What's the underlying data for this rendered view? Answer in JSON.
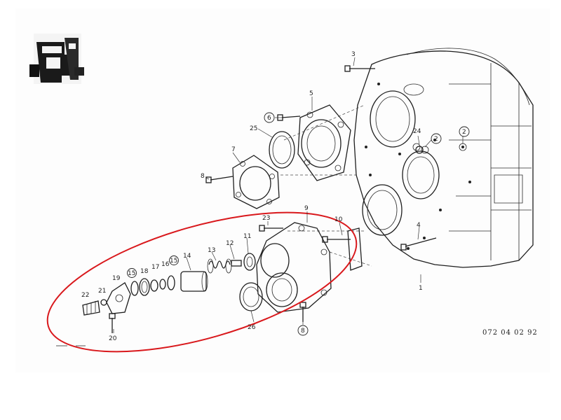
{
  "document_code": "072 04 02 92",
  "highlight_color": "#d9181c",
  "callouts": {
    "c1": "1",
    "c2a": "2",
    "c2b": "2",
    "c3": "3",
    "c4": "4",
    "c5": "5",
    "c6": "6",
    "c7": "7",
    "c8a": "8",
    "c8b": "8",
    "c9": "9",
    "c10": "10",
    "c11": "11",
    "c12": "12",
    "c13": "13",
    "c14": "14",
    "c15a": "15",
    "c15b": "15",
    "c16": "16",
    "c17": "17",
    "c18": "18",
    "c19": "19",
    "c20": "20",
    "c21": "21",
    "c22": "22",
    "c23": "23",
    "c24": "24",
    "c25": "25",
    "c26": "26"
  }
}
